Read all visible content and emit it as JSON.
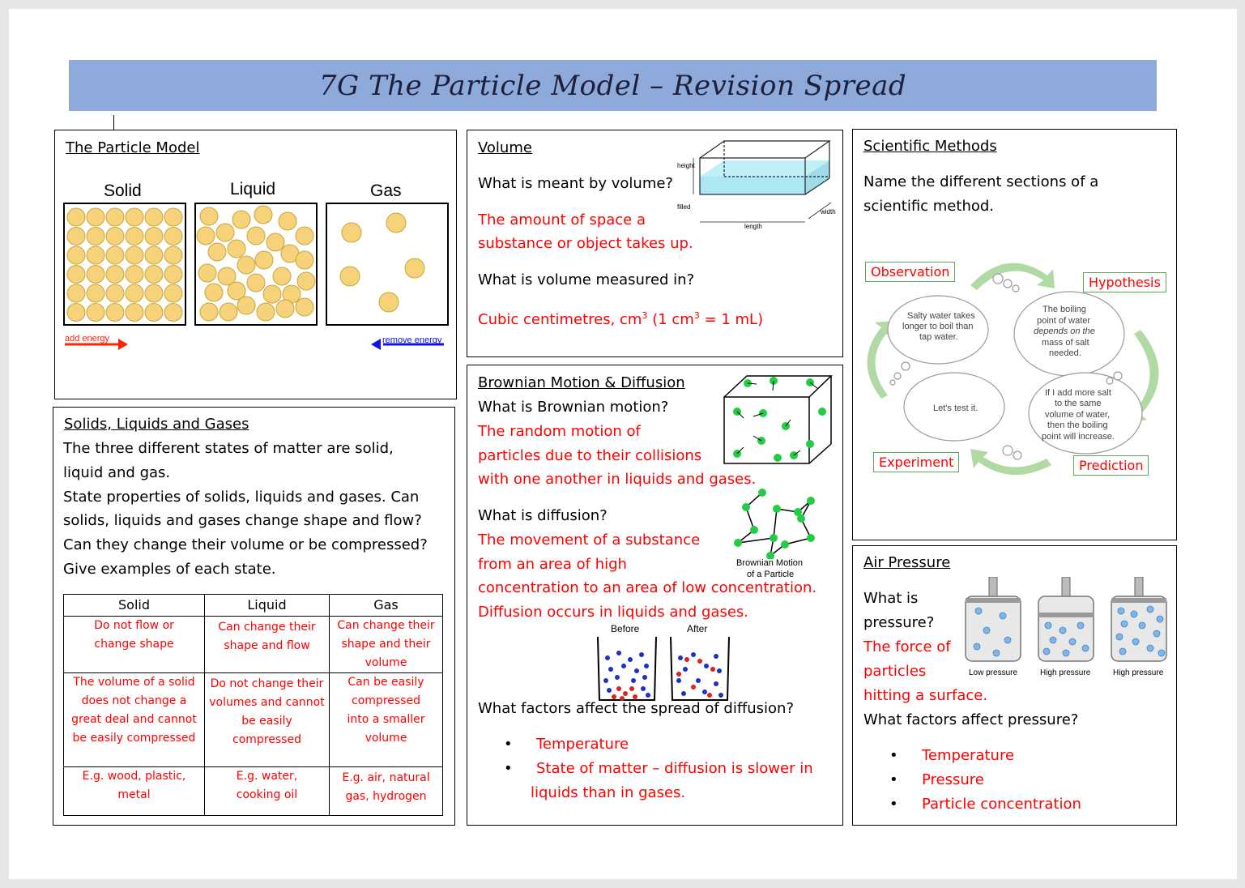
{
  "title": "7G The Particle Model – Revision Spread",
  "particle_model": {
    "heading": "The Particle Model",
    "solid_label": "Solid",
    "liquid_label": "Liquid",
    "gas_label": "Gas",
    "add_energy": "add energy",
    "remove_energy": "remove energy"
  },
  "slg": {
    "heading": "Solids, Liquids and Gases",
    "lines": [
      "The three different states of matter are solid,",
      "liquid and gas.",
      "State properties of solids, liquids and gases. Can",
      "solids, liquids and gases change shape and flow?",
      "Can they change their volume or be compressed?",
      "Give examples of each state."
    ],
    "table": {
      "headers": [
        "Solid",
        "Liquid",
        "Gas"
      ],
      "rows": [
        [
          "Do not flow or change shape",
          "Can change their shape and flow",
          "Can change their shape and their volume"
        ],
        [
          "The volume of a solid does not change a great deal and cannot be easily compressed",
          "Do not change their volumes and cannot be easily compressed",
          "Can be easily compressed into a smaller volume"
        ],
        [
          "E.g. wood, plastic, metal",
          "E.g. water, cooking oil",
          "E.g. air, natural gas, hydrogen"
        ]
      ]
    }
  },
  "volume": {
    "heading": "Volume",
    "q1": "What is meant by volume?",
    "a1_line1": "The amount of space a",
    "a1_line2": "substance or object takes up.",
    "q2": "What is volume measured in?",
    "a2_prefix": "Cubic centimetres, cm",
    "a2_sup": "3",
    "a2_mid": " (1 cm",
    "a2_sup2": "3",
    "a2_suffix": " = 1 mL)",
    "diagram_labels": {
      "height": "height",
      "filled": "filled",
      "length": "length",
      "width": "width"
    }
  },
  "brownian": {
    "heading": "Brownian Motion & Diffusion",
    "q1": "What is Brownian motion?",
    "a1_line1": "The random motion of",
    "a1_line2": "particles due to their collisions",
    "a1_line3": "with one another in liquids and gases.",
    "q2": "What is diffusion?",
    "a2_line1": "The movement of a substance",
    "a2_line2": "from an area of high",
    "a2_line3": "concentration to an area of low concentration.",
    "a2_line4": "Diffusion occurs in liquids and gases.",
    "caption_line1": "Brownian Motion",
    "caption_line2": "of a Particle",
    "before": "Before",
    "after": "After",
    "q3": "What factors affect the spread of diffusion?",
    "bullets": [
      "Temperature",
      "State of matter – diffusion is slower in"
    ],
    "bullet_cont": "liquids than in gases."
  },
  "sci_methods": {
    "heading": "Scientific Methods",
    "q_line1": "Name the different sections of a",
    "q_line2": "scientific method.",
    "labels": {
      "observation": "Observation",
      "hypothesis": "Hypothesis",
      "experiment": "Experiment",
      "prediction": "Prediction"
    },
    "cloud1": [
      "Salty water takes",
      "longer to boil than",
      "tap water."
    ],
    "cloud2": [
      "The boiling",
      "point of water",
      "depends on the",
      "mass of salt",
      "needed."
    ],
    "cloud3": [
      "Let's test it."
    ],
    "cloud4": [
      "If I add more salt",
      "to the same",
      "volume of water,",
      "then the boiling",
      "point will increase."
    ]
  },
  "air_pressure": {
    "heading": "Air Pressure",
    "q1_line1": "What is",
    "q1_line2": "pressure?",
    "a1_line1": "The force of",
    "a1_line2": "particles",
    "a1_line3": "hitting a surface.",
    "q2": "What factors affect pressure?",
    "bullets": [
      "Temperature",
      "Pressure",
      "Particle concentration"
    ],
    "captions": [
      "Low pressure",
      "High pressure",
      "High pressure"
    ]
  },
  "colors": {
    "banner": "#8eaadb",
    "answer_red": "#ff0000",
    "particle_gold": "#f6d27a",
    "brownian_green": "#22cc44"
  }
}
